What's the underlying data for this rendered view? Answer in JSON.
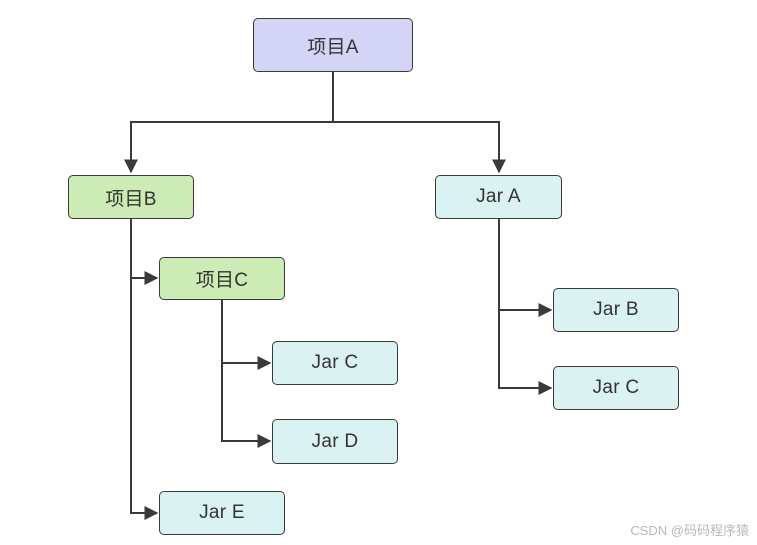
{
  "nodes": {
    "project_a": "项目A",
    "project_b": "项目B",
    "project_c": "项目C",
    "jar_a": "Jar A",
    "jar_b": "Jar B",
    "jar_c_right": "Jar C",
    "jar_c_left": "Jar C",
    "jar_d": "Jar D",
    "jar_e": "Jar E"
  },
  "watermark": "CSDN @码码程序猿",
  "colors": {
    "root_fill": "#d4d4f7",
    "project_fill": "#cdebb4",
    "jar_fill": "#dbf2f2",
    "line": "#3a3a3a"
  }
}
